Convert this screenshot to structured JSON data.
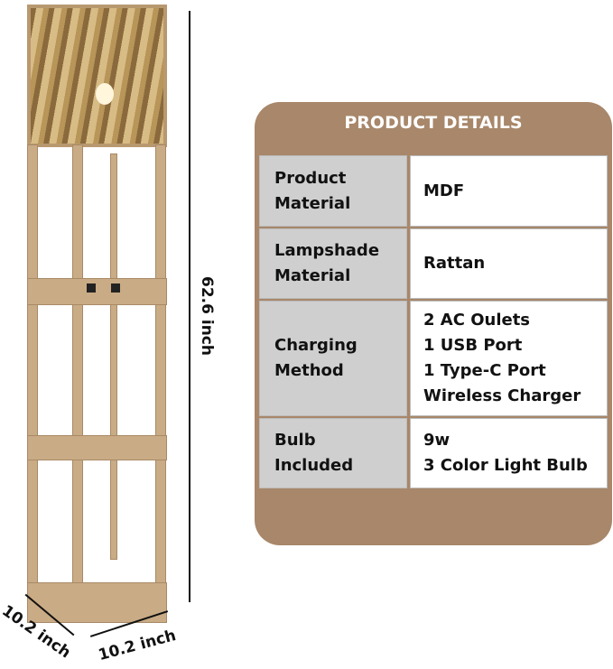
{
  "table": {
    "title": "PRODUCT DETAILS",
    "rows": [
      {
        "label": [
          "Product",
          "Material"
        ],
        "value": [
          "MDF"
        ]
      },
      {
        "label": [
          "Lampshade",
          "Material"
        ],
        "value": [
          "Rattan"
        ]
      },
      {
        "label": [
          "Charging",
          "Method"
        ],
        "value": [
          "2 AC Oulets",
          "1 USB Port",
          "1 Type-C Port",
          "Wireless Charger"
        ]
      },
      {
        "label": [
          "Bulb",
          "Included"
        ],
        "value": [
          "9w",
          "3 Color Light Bulb"
        ]
      }
    ]
  },
  "dimensions": {
    "height": "62.6 inch",
    "depth": "10.2 inch",
    "width": "10.2 inch"
  },
  "colors": {
    "header": "#a8876a",
    "label_bg": "#cfcfcf",
    "wood": "#c9ab85"
  }
}
